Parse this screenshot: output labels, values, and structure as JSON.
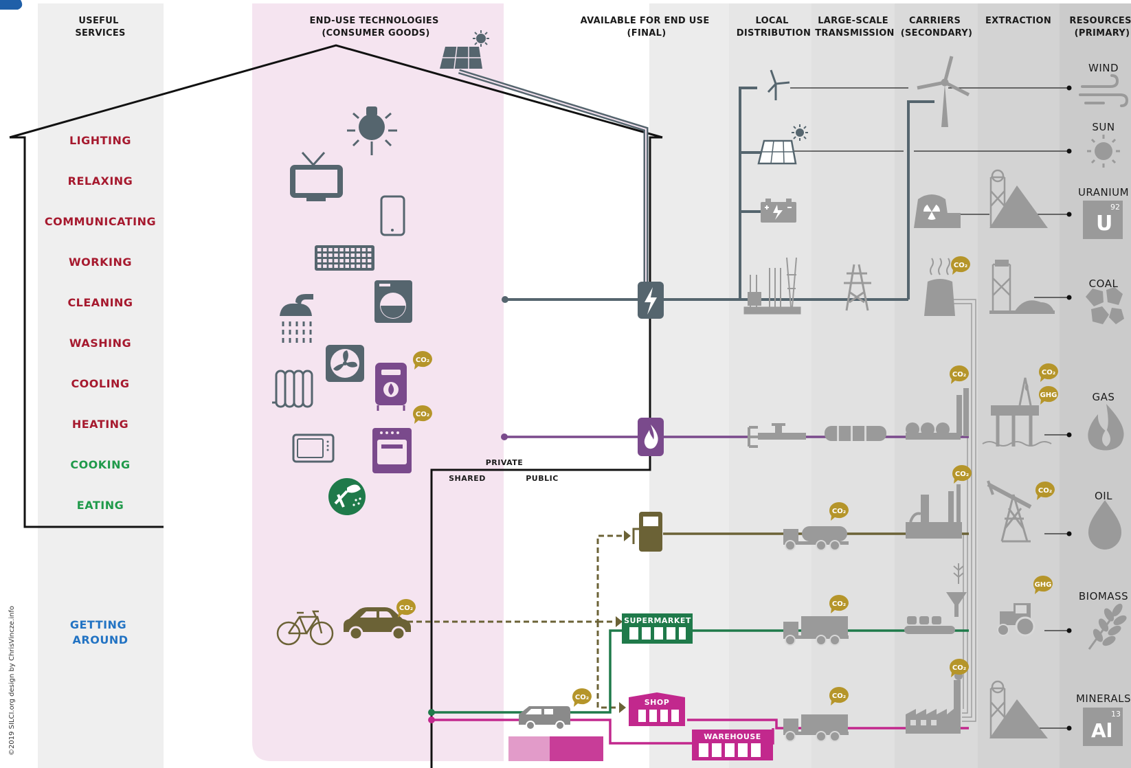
{
  "headers": {
    "useful_services": [
      "USEFUL",
      "SERVICES"
    ],
    "end_use_tech": [
      "END-USE TECHNOLOGIES",
      "(CONSUMER GOODS)"
    ],
    "available": [
      "AVAILABLE FOR END USE",
      "(FINAL)"
    ],
    "local": [
      "LOCAL",
      "DISTRIBUTION"
    ],
    "large_scale": [
      "LARGE-SCALE",
      "TRANSMISSION"
    ],
    "carriers": [
      "CARRIERS",
      "(SECONDARY)"
    ],
    "extraction": [
      "EXTRACTION"
    ],
    "resources": [
      "RESOURCES",
      "(PRIMARY)"
    ]
  },
  "services": [
    {
      "label": "LIGHTING",
      "color": "#a6192e"
    },
    {
      "label": "RELAXING",
      "color": "#a6192e"
    },
    {
      "label": "COMMUNICATING",
      "color": "#a6192e"
    },
    {
      "label": "WORKING",
      "color": "#a6192e"
    },
    {
      "label": "CLEANING",
      "color": "#a6192e"
    },
    {
      "label": "WASHING",
      "color": "#a6192e"
    },
    {
      "label": "COOLING",
      "color": "#a6192e"
    },
    {
      "label": "HEATING",
      "color": "#a6192e"
    },
    {
      "label": "COOKING",
      "color": "#1f9a4a"
    },
    {
      "label": "EATING",
      "color": "#1f9a4a"
    }
  ],
  "getting_around": [
    "GETTING",
    "AROUND"
  ],
  "getting_around_color": "#2273c3",
  "resources": [
    "WIND",
    "SUN",
    "URANIUM",
    "COAL",
    "GAS",
    "OIL",
    "BIOMASS",
    "MINERALS"
  ],
  "uranium_number": "92",
  "uranium_symbol": "U",
  "aluminium_number": "13",
  "aluminium_symbol": "Al",
  "zones": {
    "private": "PRIVATE",
    "shared": "SHARED",
    "public": "PUBLIC"
  },
  "stores": {
    "supermarket": "SUPERMARKET",
    "shop": "SHOP",
    "warehouse": "WAREHOUSE"
  },
  "badges": {
    "co2": "CO₂",
    "ghg": "GHG"
  },
  "credit": "©2019 SILCI.org   design by ChrisVincze.info",
  "colors": {
    "electric": "#55656e",
    "gas": "#7a4a8c",
    "oil": "#6b6236",
    "food": "#1f7a4a",
    "goods": "#c2288d",
    "pink_band": "#f5e4f0",
    "co2_badge": "#b5952a",
    "icon_gray": "#9a9a9a"
  }
}
